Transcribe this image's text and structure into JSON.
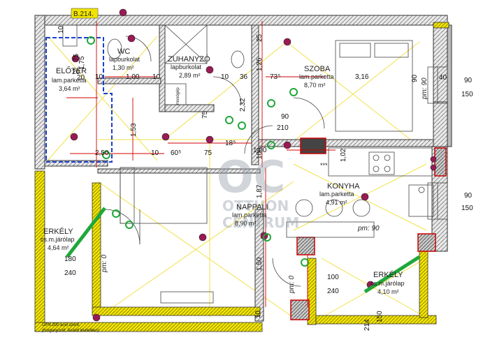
{
  "plan": {
    "unit_code": "B.214.",
    "watermark": {
      "logo": "OC",
      "line1": "OTTHON",
      "line2": "CENTRUM"
    },
    "rooms": {
      "eloter": {
        "name": "ELŐTÉR",
        "floor": "lam.parketta",
        "area": "3,64 m²"
      },
      "wc": {
        "name": "WC",
        "floor": "lapburkolat",
        "area": "1,30 m²"
      },
      "zuhanyzo": {
        "name": "ZUHANYZÓ",
        "floor": "lapburkolat",
        "area": "2,89 m²"
      },
      "szoba": {
        "name": "SZOBA",
        "floor": "lam.parketta",
        "area": "8,70 m²"
      },
      "konyha": {
        "name": "KONYHA",
        "floor": "lam.parketta",
        "area": "4,91 m²"
      },
      "nappali": {
        "name": "NAPPALI",
        "floor": "lam.parketta",
        "area": "8,90 m²"
      },
      "erkely_left": {
        "name": "ERKÉLY",
        "floor": "cs.m.járólap",
        "area": "4,64 m²"
      },
      "erkely_right": {
        "name": "ERKÉLY",
        "floor": "cs.m.járólap",
        "area": "4,10 m²"
      }
    },
    "labels": {
      "moso": "mosógép",
      "stars": "***",
      "pm_0_left": "pm: 0",
      "pm_0_right": "pm: 0",
      "pm_90_kitchen": "pm: 90",
      "pm_90_room": "pm: 90",
      "footnote1": "UPN 200 acél szerk.",
      "footnote2": "(horganyzott, festett kivitelben)"
    },
    "dimensions": {
      "d_20": "20",
      "d_250": "2,50",
      "d_100": "1,00",
      "d_175": "1,75",
      "d_10a": "10",
      "d_10b": "10",
      "d_10c": "10",
      "d_10d": "10",
      "d_36": "36",
      "d_735": "73⁵",
      "d_316": "3,16",
      "d_75a": "75",
      "d_75b": "75",
      "d_75c": "75",
      "d_126": "1,26",
      "d_153": "1,53",
      "d_250b": "2,50",
      "d_605": "60⁵",
      "d_185": "18⁵",
      "d_102": "1,02",
      "d_100b": "1,00",
      "d_187": "1,87",
      "d_150": "1,50",
      "d_232": "2,32",
      "d_90a": "90",
      "d_210": "210",
      "d_180": "180",
      "d_240a": "240",
      "d_100c": "100",
      "d_240b": "240",
      "d_90b": "90",
      "d_150b": "150",
      "d_90c": "90",
      "d_150c": "150",
      "d_40": "40",
      "d_90d": "90",
      "d_214": "214",
      "d_150d": "150",
      "d_25": "25",
      "d_20b": "20",
      "d_10e": "10",
      "d_10f": "10",
      "d_100d": "100"
    }
  },
  "colors": {
    "wall_fill": "#d8d8d8",
    "wall_line": "#333333",
    "hatch_yellow": "#f2e400",
    "dim_red": "#d40000",
    "blue_outline": "#1a3fd0",
    "green_pin": "#1ea83a",
    "magenta_dot": "#9a1a55",
    "yellow_line": "#f1e14a"
  }
}
